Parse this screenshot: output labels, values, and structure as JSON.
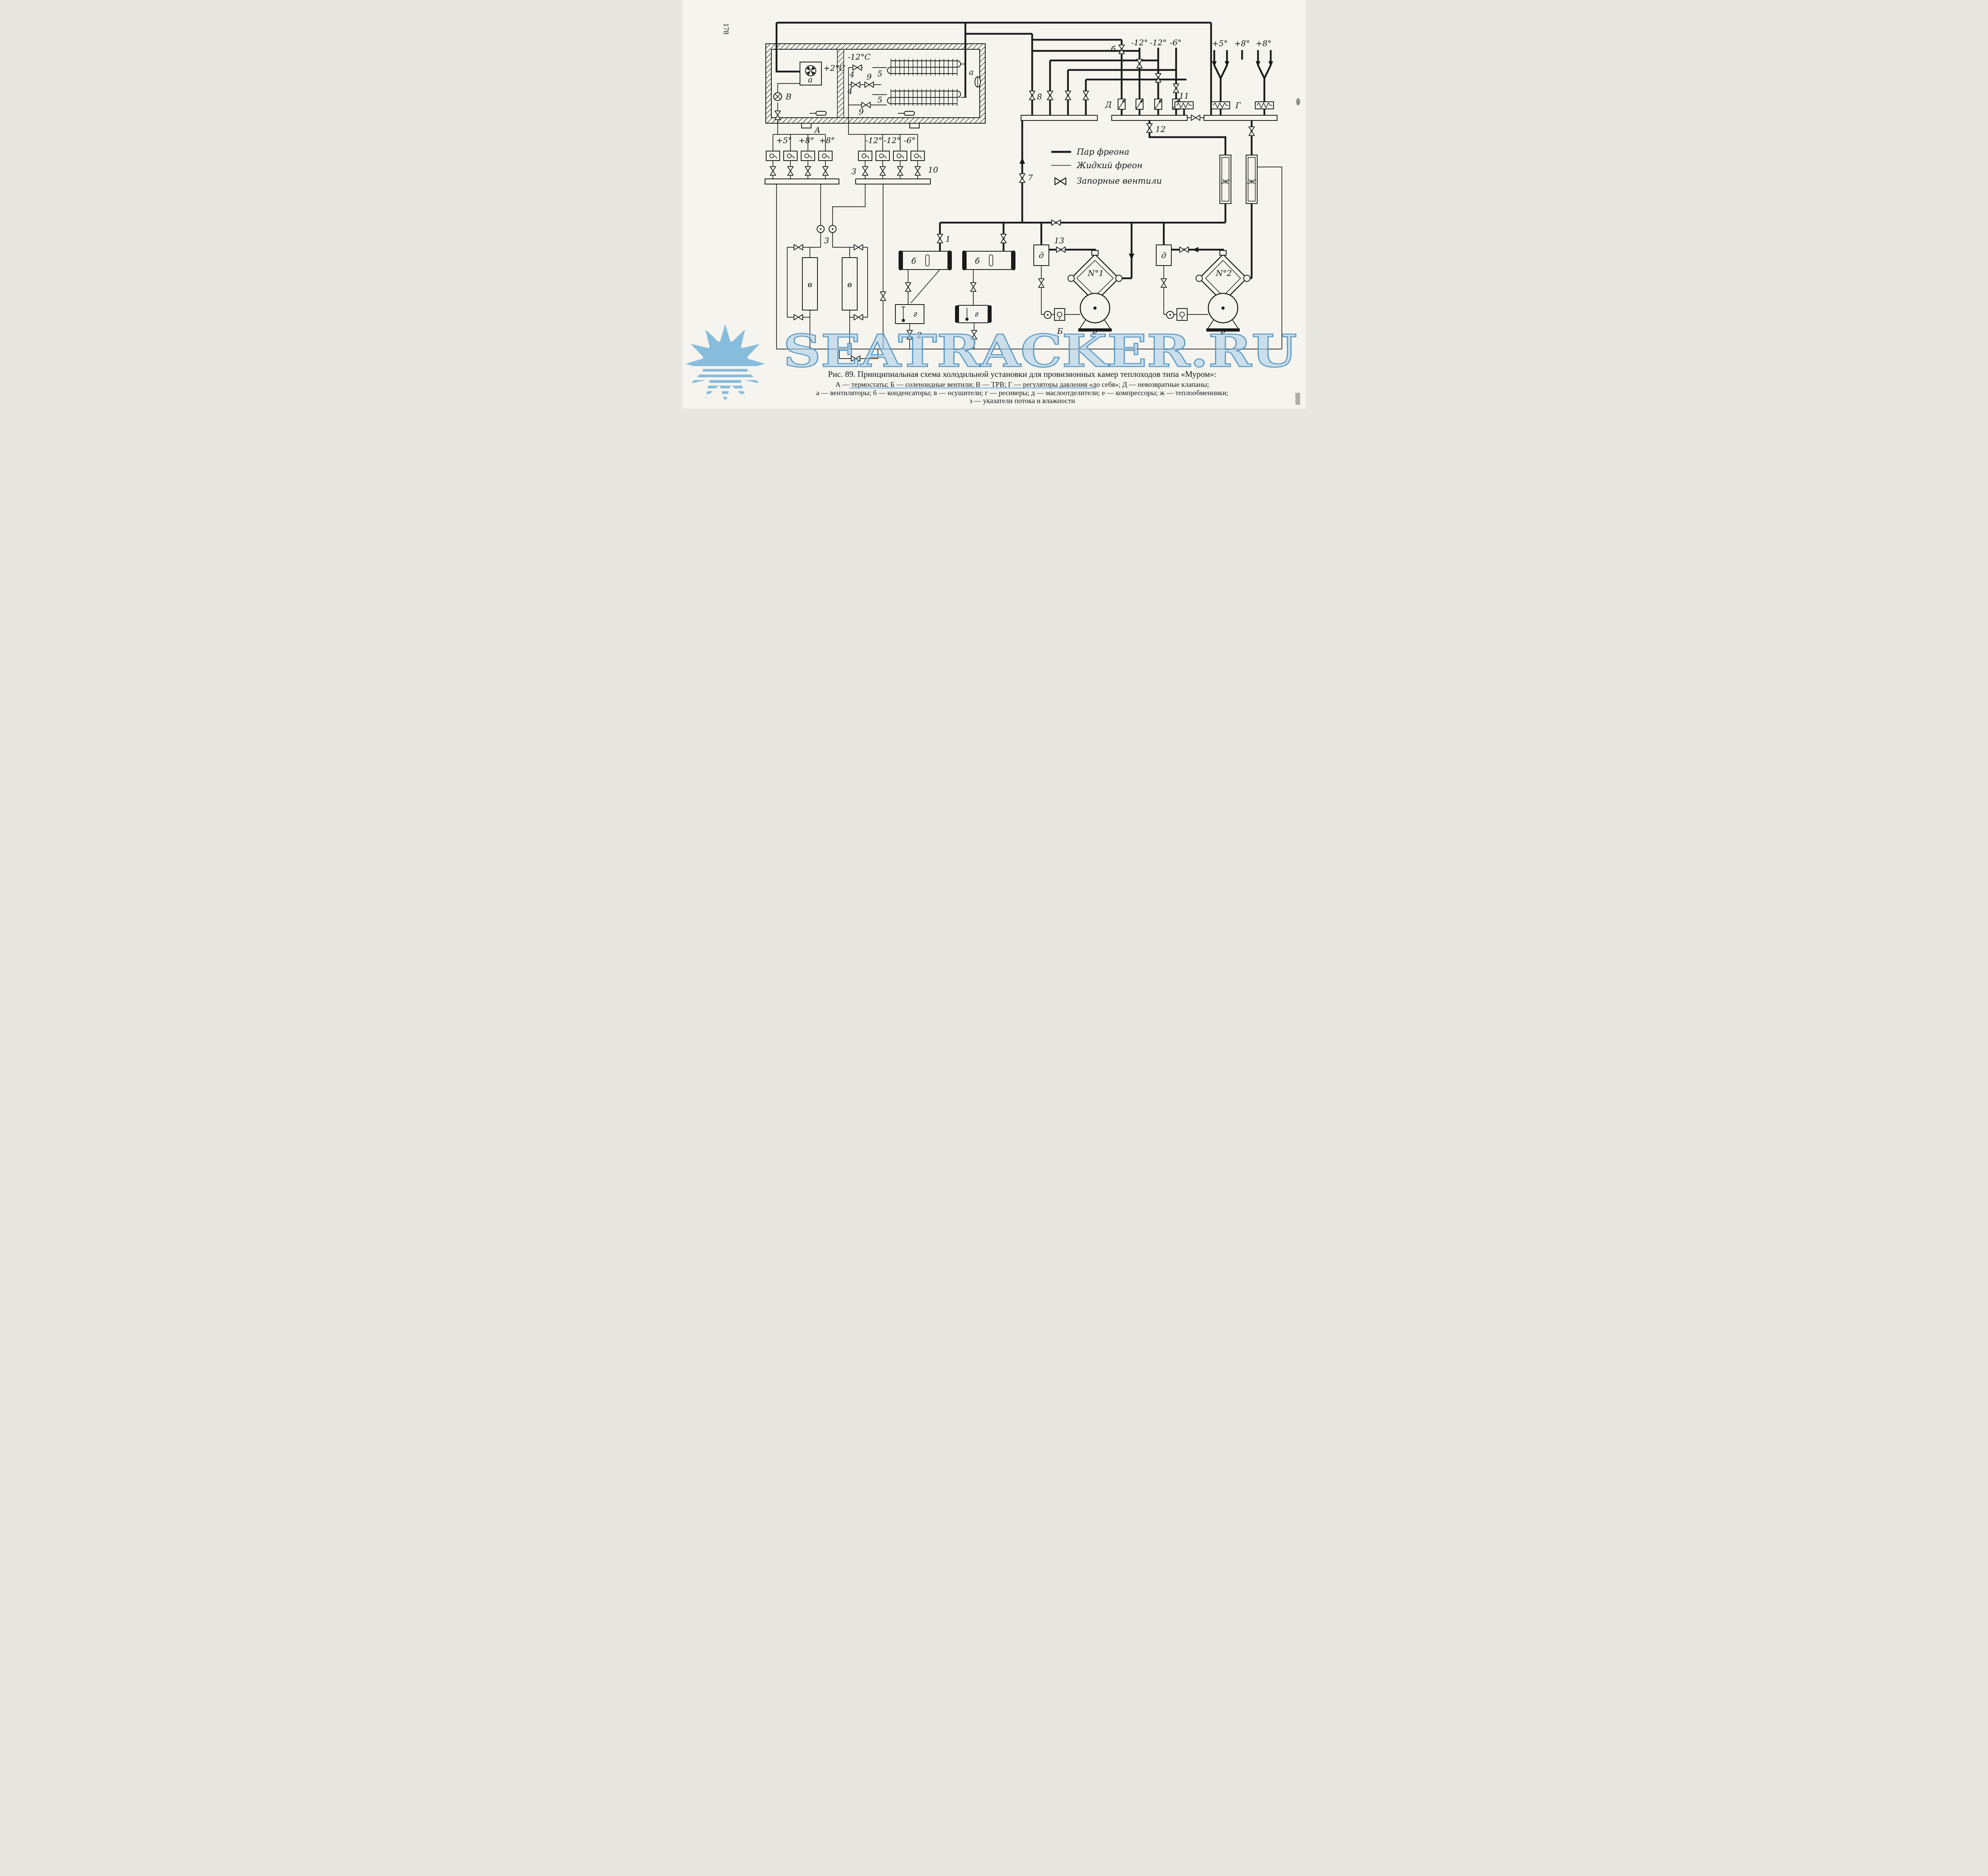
{
  "page": {
    "number": "178"
  },
  "watermark": {
    "text": "SEATRACKER.RU",
    "blue": "#79b5da"
  },
  "chambers": {
    "c1_temp": "+2°C",
    "c1_fan": "а",
    "c1_trv": "В",
    "c1_zone": "А",
    "c2_temp": "-12°C",
    "c2_fan": "а",
    "v4a": "4",
    "v4b": "4",
    "f5a": "5",
    "f5b": "5",
    "v9a": "9",
    "v9b": "9"
  },
  "feed_left": {
    "t1": "+5°",
    "t2": "+8°",
    "t3": "+8°"
  },
  "feed_right": {
    "t1": "-12°",
    "t2": "-12°",
    "t3": "-6°",
    "v3": "3",
    "v10": "10"
  },
  "suction": {
    "vb": "б",
    "v8": "8",
    "v11": "11",
    "v12": "12",
    "vD": "Д",
    "vG": "Г",
    "t1": "-12°",
    "t2": "-12°",
    "t3": "-6°",
    "t4": "+5°",
    "t5": "+8°",
    "t6": "+8°"
  },
  "legend": {
    "vapor": "Пар фреона",
    "liquid": "Жидкий фреон",
    "valves": "Запорные вентили"
  },
  "plant": {
    "v1": "1",
    "v2": "2",
    "v7": "7",
    "v13": "13",
    "cond1": "б",
    "cond2": "б",
    "drier1": "в",
    "drier2": "в",
    "ind": "3",
    "rec1": "г",
    "rec2": "г",
    "sep1": "д",
    "sep2": "д",
    "solB": "Б",
    "comp1_no": "N°1",
    "comp2_no": "N°2",
    "comp1": "е",
    "comp2": "е",
    "hx1": "ж",
    "hx2": "ж"
  },
  "caption": {
    "line1": "Рис. 89. Принципиальная схема холодильной установки для провизионных камер теплоходов типа «Муром»:",
    "line2": "А — термостаты; Б — соленоидные вентили; В — ТРВ; Г — регуляторы давления «до себя»; Д — невозвратные клапаны;",
    "line3": "а — вентиляторы; б — конденсаторы; в — осушители; г — ресиверы; д — маслоотделители; е — компрессоры; ж — теплообменники;",
    "line4": "з — указатели потока и влажности"
  }
}
